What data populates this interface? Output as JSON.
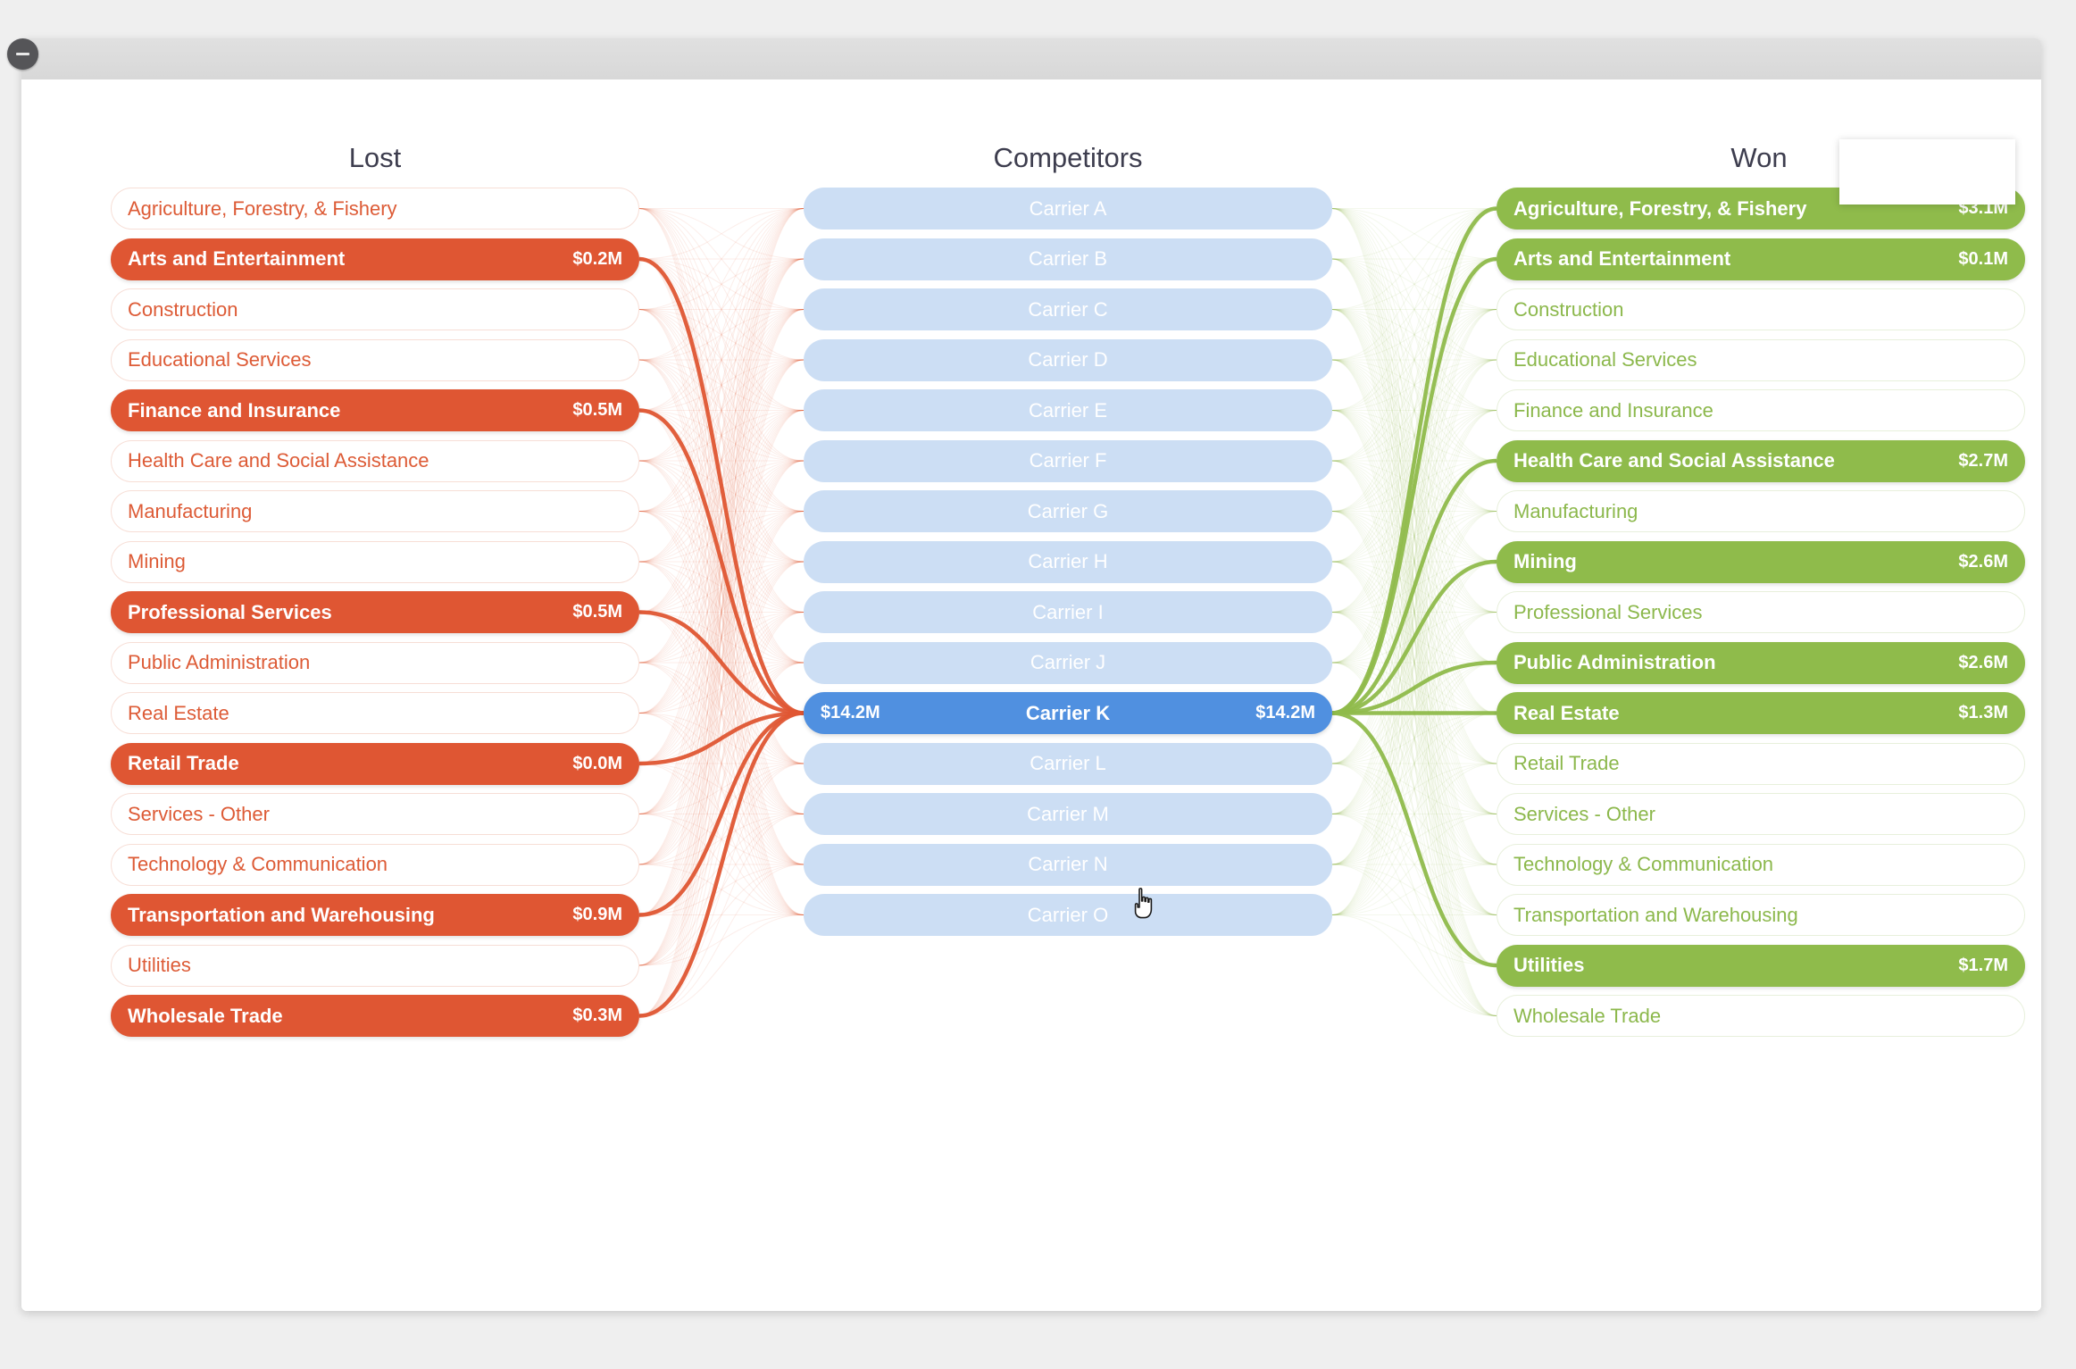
{
  "window": {
    "minimize_icon": "minimize-icon"
  },
  "headers": {
    "lost": "Lost",
    "competitors": "Competitors",
    "won": "Won"
  },
  "colors": {
    "lost": "#df5633",
    "lost_inactive_text": "#dd5b36",
    "competitor": "#ccdef4",
    "competitor_active": "#5090e0",
    "won": "#8fbb4b",
    "won_inactive_text": "#8cb84c",
    "canvas": "#ffffff",
    "desktop": "#efefef"
  },
  "chart_data": {
    "type": "sankey",
    "title": "Lost / Competitors / Won",
    "selected_node": "Carrier K",
    "columns": [
      "Lost",
      "Competitors",
      "Won"
    ],
    "lost": [
      {
        "label": "Agriculture, Forestry, & Fishery",
        "value": "",
        "active": false
      },
      {
        "label": "Arts and Entertainment",
        "value": "$0.2M",
        "active": true
      },
      {
        "label": "Construction",
        "value": "",
        "active": false
      },
      {
        "label": "Educational Services",
        "value": "",
        "active": false
      },
      {
        "label": "Finance and Insurance",
        "value": "$0.5M",
        "active": true
      },
      {
        "label": "Health Care and Social Assistance",
        "value": "",
        "active": false
      },
      {
        "label": "Manufacturing",
        "value": "",
        "active": false
      },
      {
        "label": "Mining",
        "value": "",
        "active": false
      },
      {
        "label": "Professional Services",
        "value": "$0.5M",
        "active": true
      },
      {
        "label": "Public Administration",
        "value": "",
        "active": false
      },
      {
        "label": "Real Estate",
        "value": "",
        "active": false
      },
      {
        "label": "Retail Trade",
        "value": "$0.0M",
        "active": true
      },
      {
        "label": "Services - Other",
        "value": "",
        "active": false
      },
      {
        "label": "Technology & Communication",
        "value": "",
        "active": false
      },
      {
        "label": "Transportation and Warehousing",
        "value": "$0.9M",
        "active": true
      },
      {
        "label": "Utilities",
        "value": "",
        "active": false
      },
      {
        "label": "Wholesale Trade",
        "value": "$0.3M",
        "active": true
      }
    ],
    "competitors": [
      {
        "label": "Carrier A",
        "value_left": "",
        "value_right": "",
        "active": false
      },
      {
        "label": "Carrier B",
        "value_left": "",
        "value_right": "",
        "active": false
      },
      {
        "label": "Carrier C",
        "value_left": "",
        "value_right": "",
        "active": false
      },
      {
        "label": "Carrier D",
        "value_left": "",
        "value_right": "",
        "active": false
      },
      {
        "label": "Carrier E",
        "value_left": "",
        "value_right": "",
        "active": false
      },
      {
        "label": "Carrier F",
        "value_left": "",
        "value_right": "",
        "active": false
      },
      {
        "label": "Carrier G",
        "value_left": "",
        "value_right": "",
        "active": false
      },
      {
        "label": "Carrier H",
        "value_left": "",
        "value_right": "",
        "active": false
      },
      {
        "label": "Carrier I",
        "value_left": "",
        "value_right": "",
        "active": false
      },
      {
        "label": "Carrier J",
        "value_left": "",
        "value_right": "",
        "active": false
      },
      {
        "label": "Carrier K",
        "value_left": "$14.2M",
        "value_right": "$14.2M",
        "active": true
      },
      {
        "label": "Carrier L",
        "value_left": "",
        "value_right": "",
        "active": false
      },
      {
        "label": "Carrier M",
        "value_left": "",
        "value_right": "",
        "active": false
      },
      {
        "label": "Carrier N",
        "value_left": "",
        "value_right": "",
        "active": false
      },
      {
        "label": "Carrier O",
        "value_left": "",
        "value_right": "",
        "active": false
      }
    ],
    "won": [
      {
        "label": "Agriculture, Forestry, & Fishery",
        "value": "$3.1M",
        "active": true
      },
      {
        "label": "Arts and Entertainment",
        "value": "$0.1M",
        "active": true
      },
      {
        "label": "Construction",
        "value": "",
        "active": false
      },
      {
        "label": "Educational Services",
        "value": "",
        "active": false
      },
      {
        "label": "Finance and Insurance",
        "value": "",
        "active": false
      },
      {
        "label": "Health Care and Social Assistance",
        "value": "$2.7M",
        "active": true
      },
      {
        "label": "Manufacturing",
        "value": "",
        "active": false
      },
      {
        "label": "Mining",
        "value": "$2.6M",
        "active": true
      },
      {
        "label": "Professional Services",
        "value": "",
        "active": false
      },
      {
        "label": "Public Administration",
        "value": "$2.6M",
        "active": true
      },
      {
        "label": "Real Estate",
        "value": "$1.3M",
        "active": true
      },
      {
        "label": "Retail Trade",
        "value": "",
        "active": false
      },
      {
        "label": "Services - Other",
        "value": "",
        "active": false
      },
      {
        "label": "Technology & Communication",
        "value": "",
        "active": false
      },
      {
        "label": "Transportation and Warehousing",
        "value": "",
        "active": false
      },
      {
        "label": "Utilities",
        "value": "$1.7M",
        "active": true
      },
      {
        "label": "Wholesale Trade",
        "value": "",
        "active": false
      }
    ]
  }
}
